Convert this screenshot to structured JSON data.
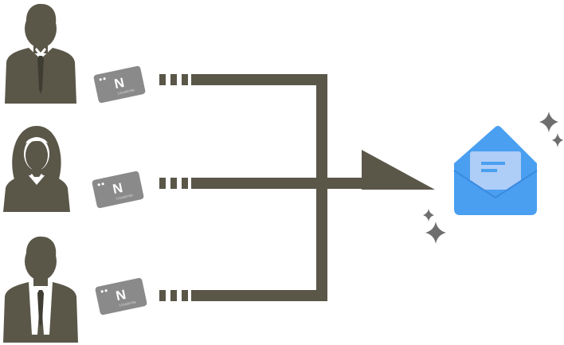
{
  "people": [
    {
      "type": "man",
      "card": {
        "letter": "N",
        "number": "123456789"
      }
    },
    {
      "type": "woman",
      "card": {
        "letter": "N",
        "number": "123456789"
      }
    },
    {
      "type": "man",
      "card": {
        "letter": "N",
        "number": "123456789"
      }
    }
  ],
  "icons": {
    "person": "person-silhouette-icon",
    "card": "id-card-icon",
    "arrow": "merge-arrow",
    "mail": "open-envelope-icon",
    "sparkle": "sparkle-icon"
  },
  "colors": {
    "figure": "#5a5749",
    "card": "#8a8a8a",
    "envelope": "#4a9ff0",
    "letter": "#aecdf7",
    "sparkle": "#6e6e6e"
  }
}
